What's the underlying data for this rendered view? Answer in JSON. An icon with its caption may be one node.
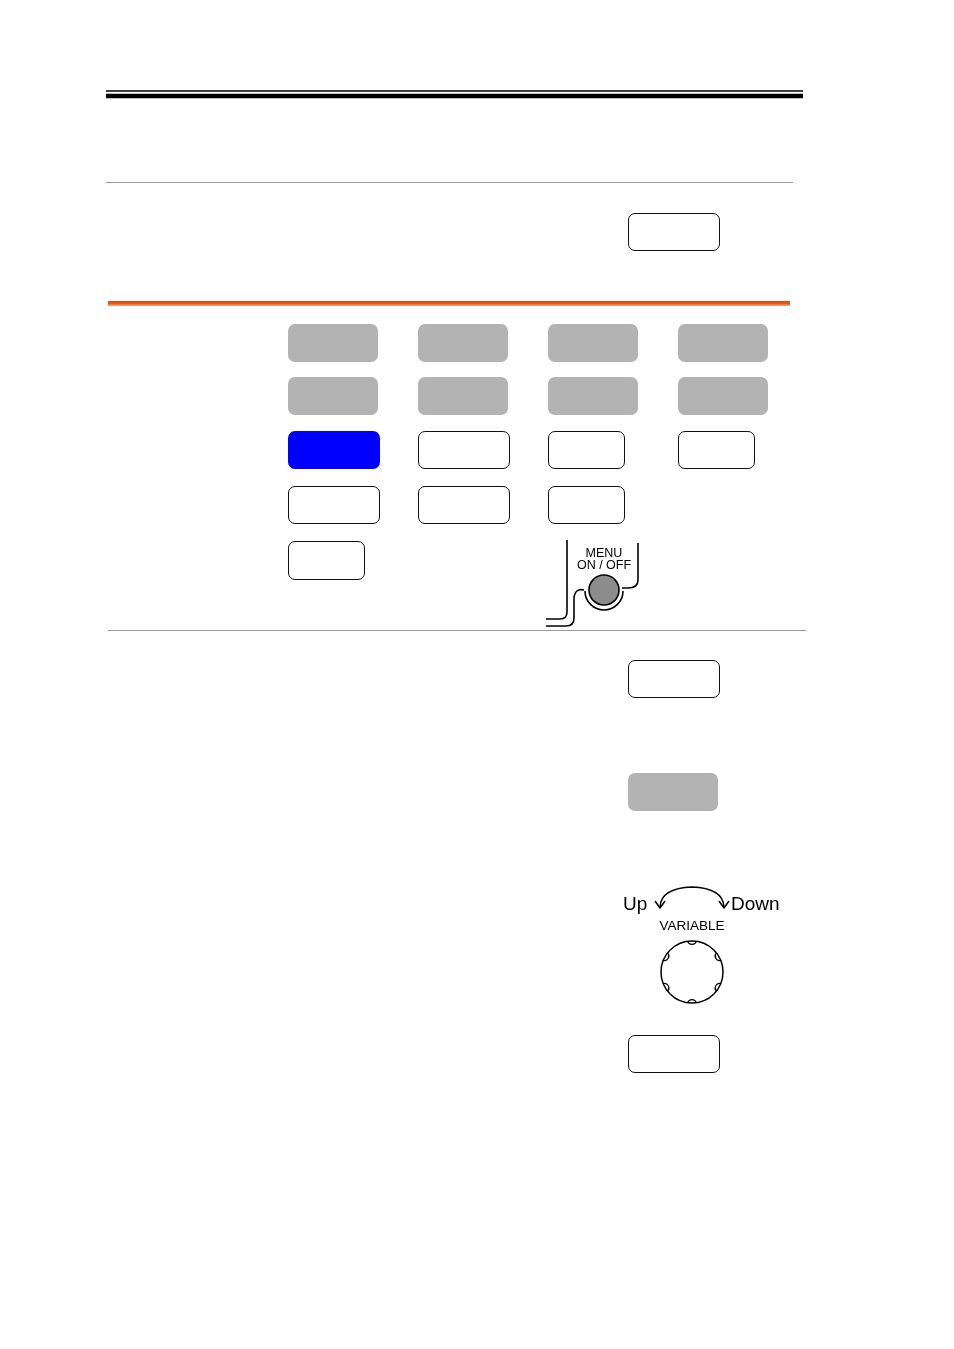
{
  "diagram": {
    "nodes": [
      {
        "text": [],
        "shape": "box"
      },
      {
        "text": [],
        "shape": "box"
      },
      {
        "text": [],
        "shape": "box"
      },
      {
        "text": [],
        "shape": "box"
      },
      {
        "text": [],
        "shape": "box"
      },
      {
        "text": [],
        "shape": "box"
      },
      {
        "text": [],
        "shape": "box"
      },
      {
        "text": [],
        "shape": "box"
      },
      {
        "text": [],
        "shape": "box"
      },
      {
        "text": [],
        "shape": "box"
      },
      {
        "text": [],
        "shape": "box"
      },
      {
        "text": [],
        "shape": "box"
      },
      {
        "text": [],
        "shape": "box"
      },
      {
        "text": [],
        "shape": "box"
      },
      {
        "text": [],
        "shape": "box"
      },
      {
        "text": [],
        "shape": "box"
      },
      {
        "text": [],
        "shape": "box"
      },
      {
        "text": [
          "MENU ON / OFF"
        ]
      },
      {
        "text": [],
        "shape": "box"
      },
      {
        "text": [],
        "shape": "box"
      },
      {
        "text": [
          "VARIABLE"
        ]
      },
      {
        "text": [],
        "shape": "box"
      }
    ],
    "labels": [
      "Up",
      "Down"
    ]
  }
}
